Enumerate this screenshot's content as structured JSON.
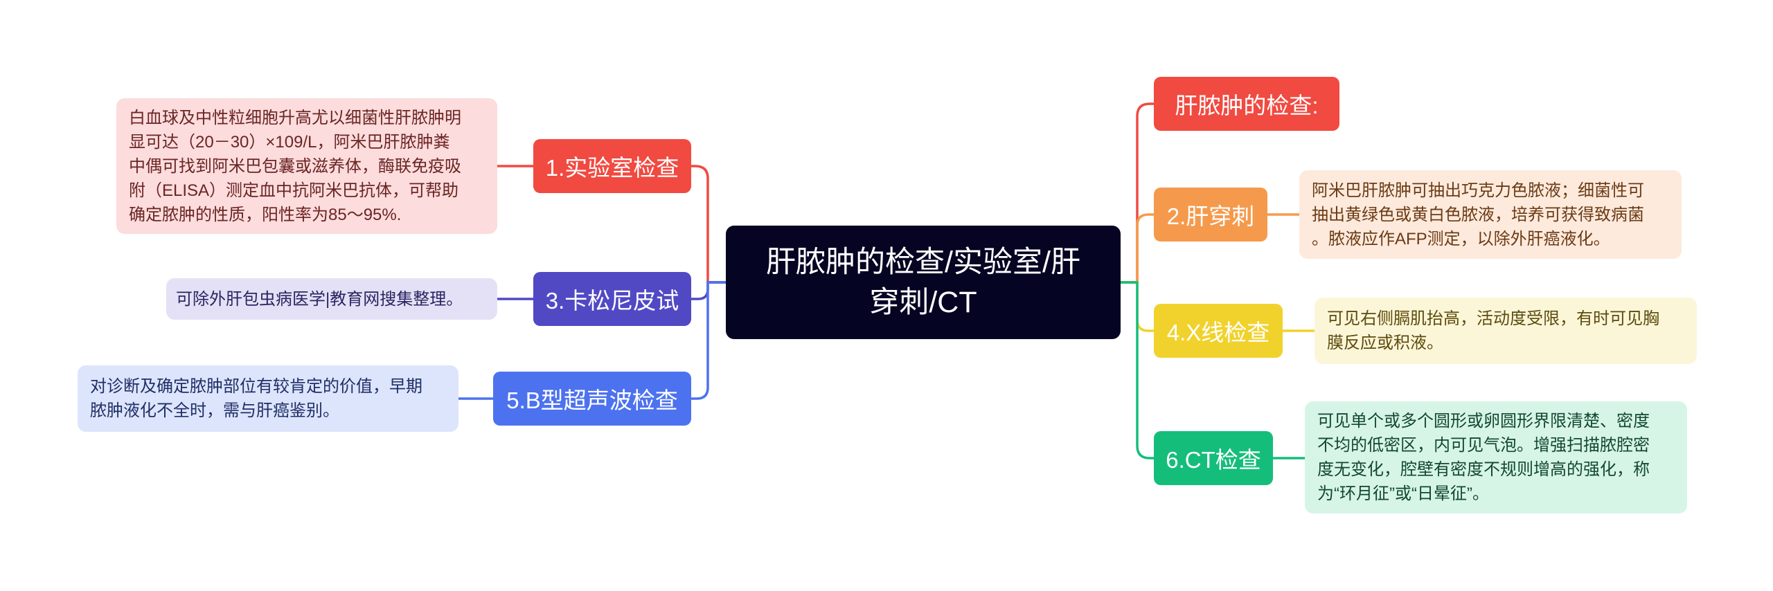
{
  "root": {
    "title_line1": "肝脓肿的检查/实验室/肝",
    "title_line2": "穿刺/CT"
  },
  "branches": {
    "lab": {
      "label": "1.实验室检查",
      "color": "#f14a41",
      "note_lines": [
        "白血球及中性粒细胞升高尤以细菌性肝脓肿明",
        "显可达（20－30）×109/L，阿米巴肝脓肿粪",
        "中偶可找到阿米巴包囊或滋养体，酶联免疫吸",
        "附（ELISA）测定血中抗阿米巴抗体，可帮助",
        "确定脓肿的性质，阳性率为85～95%."
      ],
      "note_bg": "#fcdcdc",
      "note_color": "#6b2424"
    },
    "casoni": {
      "label": "3.卡松尼皮试",
      "color": "#5149c4",
      "note_lines": [
        "可除外肝包虫病医学|教育网搜集整理。"
      ],
      "note_bg": "#e4e1f7",
      "note_color": "#2a2560"
    },
    "ultrasound": {
      "label": "5.B型超声波检查",
      "color": "#4d72ef",
      "note_lines": [
        "对诊断及确定脓肿部位有较肯定的价值，早期",
        "脓肿液化不全时，需与肝癌鉴别。"
      ],
      "note_bg": "#dde5fc",
      "note_color": "#1f2e66"
    },
    "heading": {
      "label": "肝脓肿的检查:",
      "color": "#f14a41"
    },
    "puncture": {
      "label": "2.肝穿刺",
      "color": "#f59a4c",
      "note_lines": [
        "阿米巴肝脓肿可抽出巧克力色脓液；细菌性可",
        "抽出黄绿色或黄白色脓液，培养可获得致病菌",
        "。脓液应作AFP测定，以除外肝癌液化。"
      ],
      "note_bg": "#fdeadc",
      "note_color": "#6b3a14"
    },
    "xray": {
      "label": "4.X线检查",
      "color": "#f1d22c",
      "note_lines": [
        "可见右侧膈肌抬高，活动度受限，有时可见胸",
        "膜反应或积液。"
      ],
      "note_bg": "#fcf6d9",
      "note_color": "#5c4b0c"
    },
    "ct": {
      "label": "6.CT检查",
      "color": "#15bd7b",
      "note_lines": [
        "可见单个或多个圆形或卵圆形界限清楚、密度",
        "不均的低密区，内可见气泡。增强扫描脓腔密",
        "度无变化，腔壁有密度不规则增高的强化，称",
        "为“环月征”或“日晕征”。"
      ],
      "note_bg": "#d6f5e7",
      "note_color": "#13472f"
    }
  }
}
